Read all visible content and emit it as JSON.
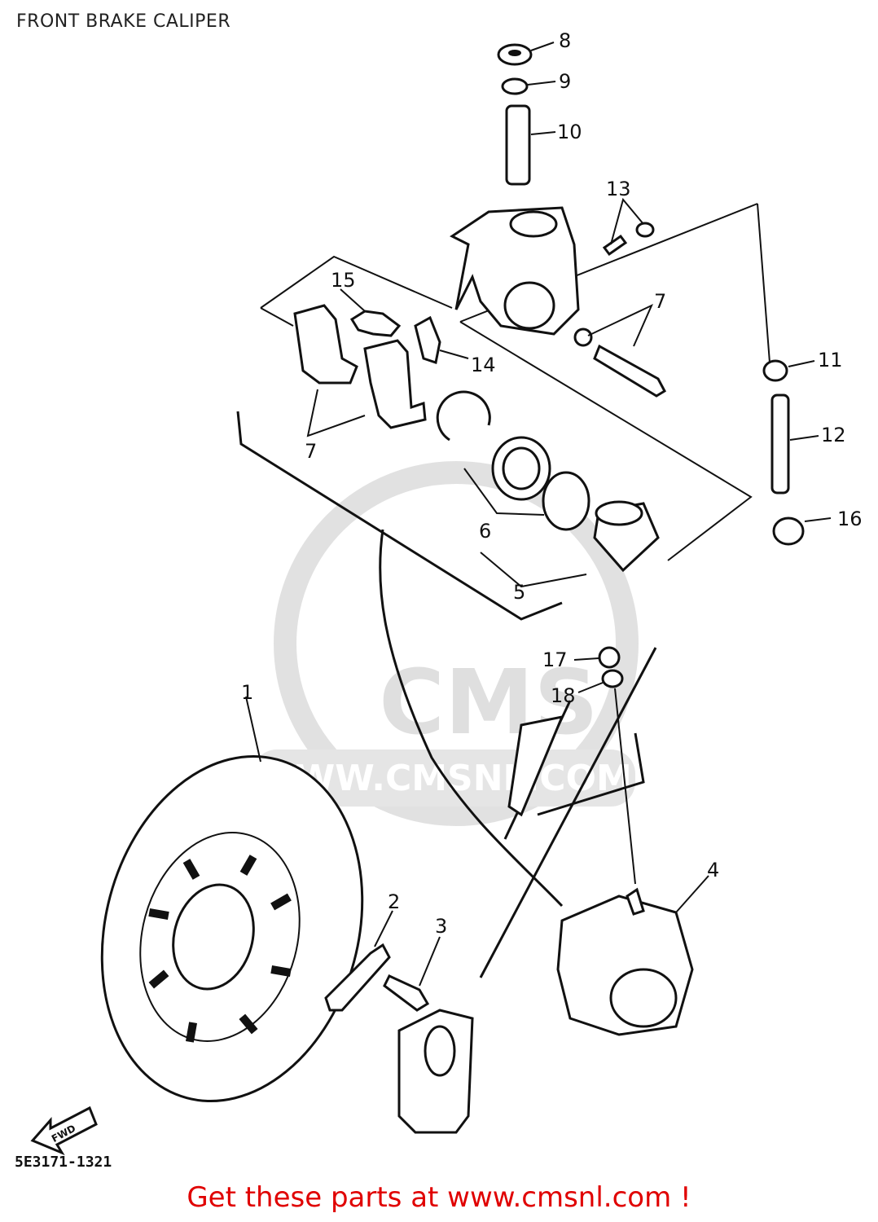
{
  "page": {
    "title": "FRONT BRAKE CALIPER",
    "footer": "Get these parts at www.cmsnl.com !"
  },
  "diagram": {
    "code": "5E3171-1321",
    "watermark": {
      "text": "CMS",
      "url": "WWW.CMSNL.COM"
    },
    "direction_badge": "FWD",
    "callouts": [
      {
        "id": "1",
        "label": "1"
      },
      {
        "id": "2",
        "label": "2"
      },
      {
        "id": "3",
        "label": "3"
      },
      {
        "id": "4",
        "label": "4"
      },
      {
        "id": "5",
        "label": "5"
      },
      {
        "id": "6",
        "label": "6"
      },
      {
        "id": "7a",
        "label": "7"
      },
      {
        "id": "7b",
        "label": "7"
      },
      {
        "id": "8",
        "label": "8"
      },
      {
        "id": "9",
        "label": "9"
      },
      {
        "id": "10",
        "label": "10"
      },
      {
        "id": "11",
        "label": "11"
      },
      {
        "id": "12",
        "label": "12"
      },
      {
        "id": "13",
        "label": "13"
      },
      {
        "id": "14",
        "label": "14"
      },
      {
        "id": "15",
        "label": "15"
      },
      {
        "id": "16",
        "label": "16"
      },
      {
        "id": "17",
        "label": "17"
      },
      {
        "id": "18",
        "label": "18"
      }
    ]
  },
  "colors": {
    "line": "#111111",
    "footer": "#e00000",
    "watermark": "#d9d9d9"
  }
}
